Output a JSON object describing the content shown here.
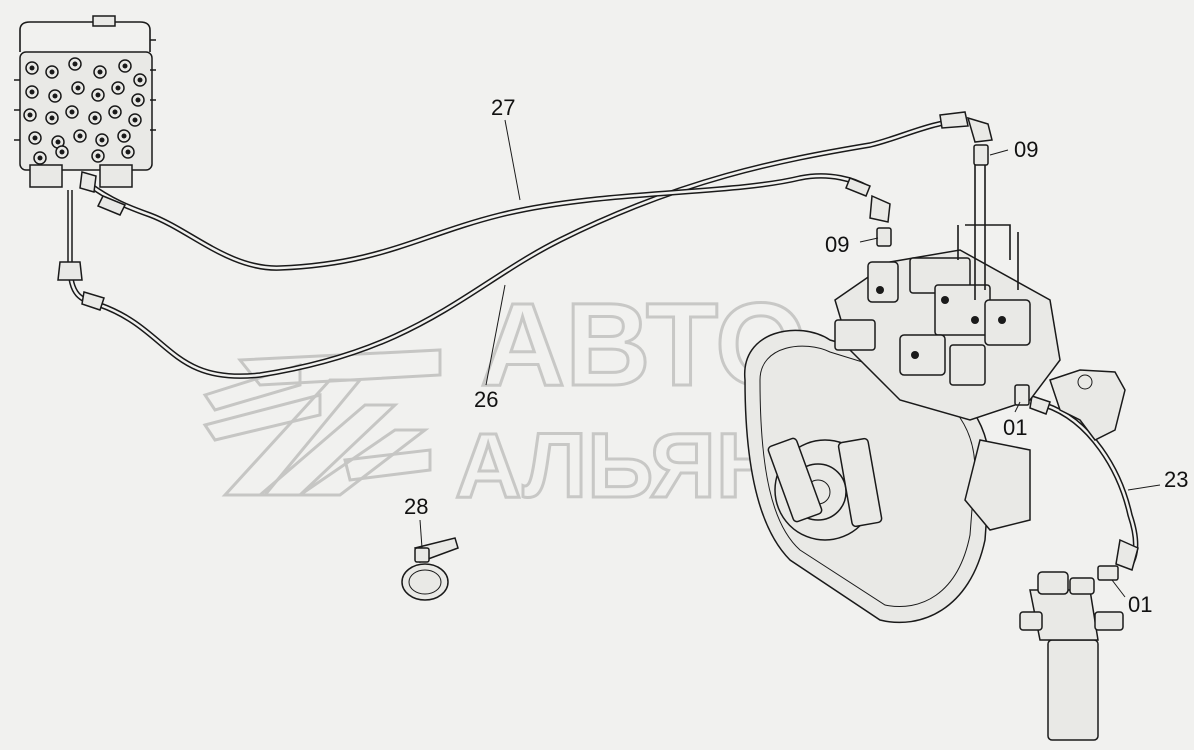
{
  "callouts": {
    "c27": "27",
    "c26": "26",
    "c28": "28",
    "c09a": "09",
    "c09b": "09",
    "c01a": "01",
    "c01b": "01",
    "c23": "23"
  },
  "watermark": {
    "line1": "АВТО",
    "line2": "АЛЬЯНС"
  }
}
